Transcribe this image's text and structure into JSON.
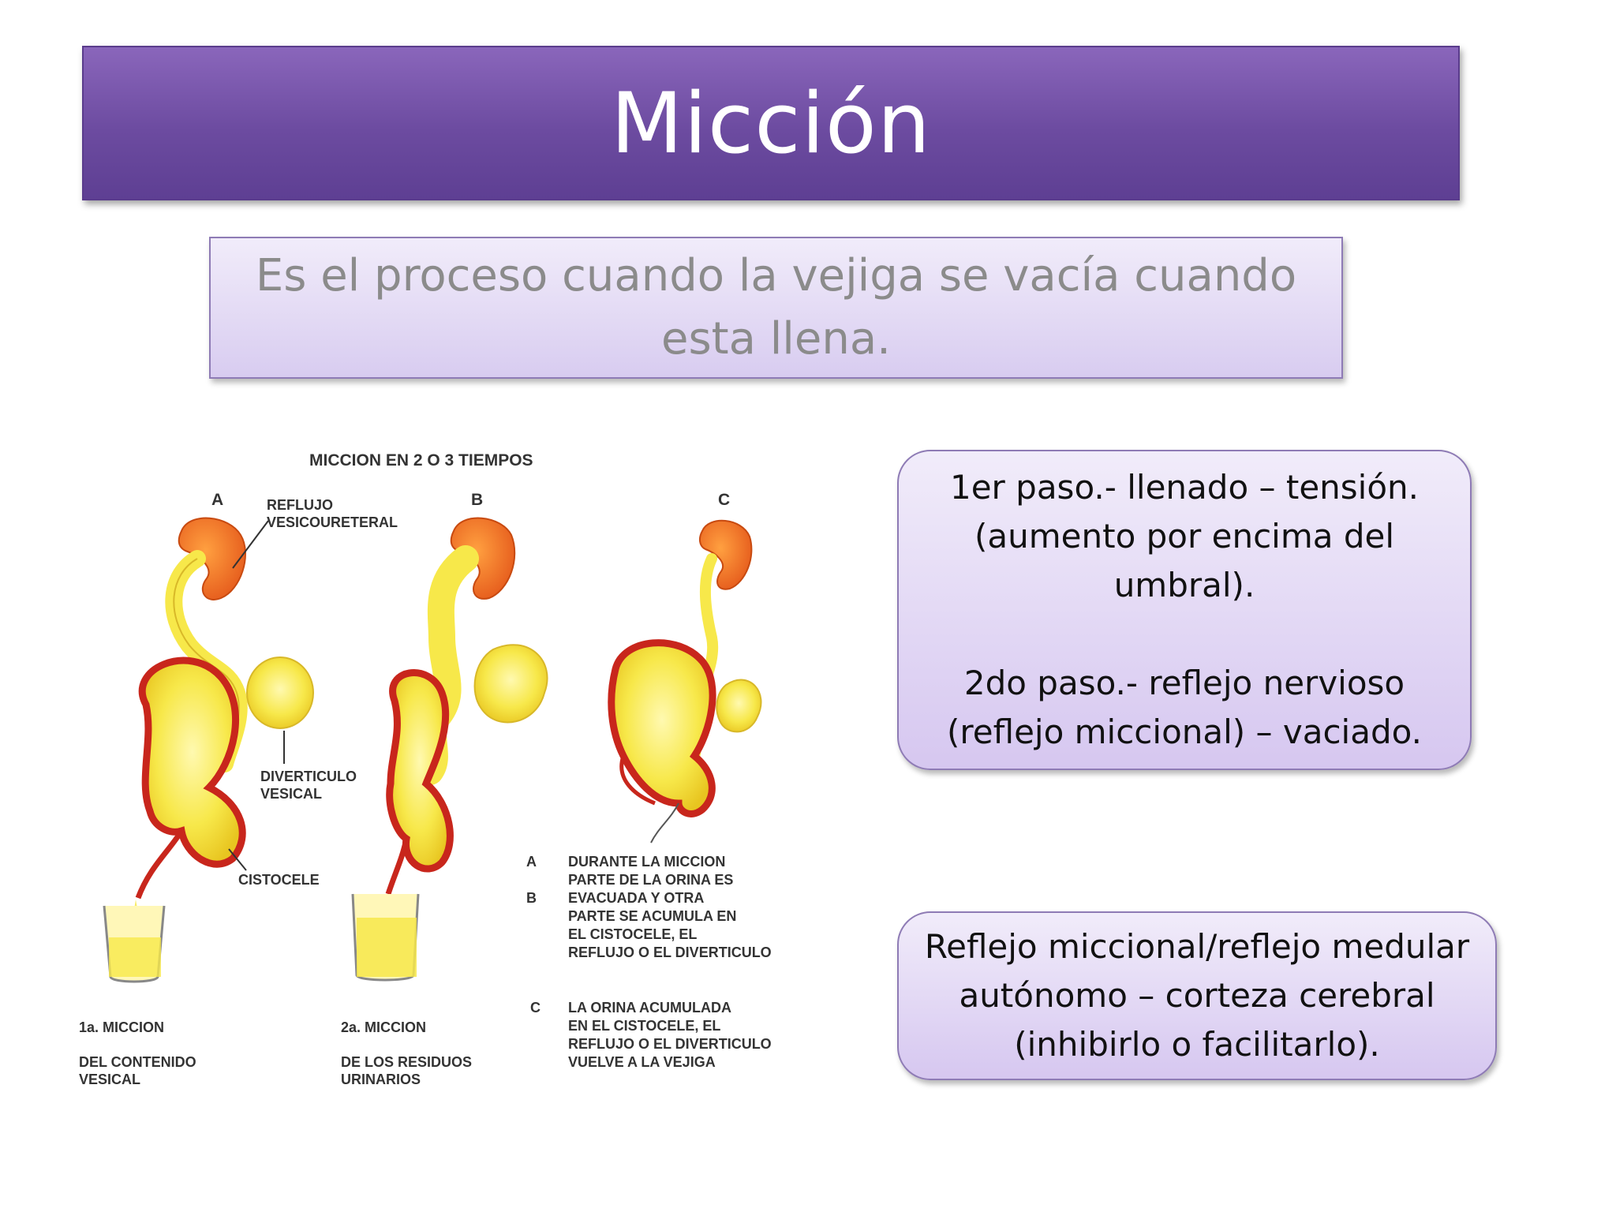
{
  "title": "Micción",
  "definition": "Es el proceso cuando la vejiga se vacía cuando esta llena.",
  "steps": {
    "step1_line1": "1er paso.- llenado – tensión.",
    "step1_line2": "(aumento por encima del",
    "step1_line3": "umbral).",
    "step2_line1": "2do paso.- reflejo nervioso",
    "step2_line2": "(reflejo miccional) – vaciado."
  },
  "reflex": {
    "line1": "Reflejo miccional/reflejo medular",
    "line2": "autónomo – corteza cerebral",
    "line3": "(inhibirlo o facilitarlo)."
  },
  "diagram": {
    "heading": "MICCION EN 2 O 3 TIEMPOS",
    "panel_a": "A",
    "panel_b": "B",
    "panel_c": "C",
    "label_reflux_1": "REFLUJO",
    "label_reflux_2": "VESICOURETERAL",
    "label_diverticulum_1": "DIVERTICULO",
    "label_diverticulum_2": "VESICAL",
    "label_cystocele": "CISTOCELE",
    "caption1_title": "1a. MICCION",
    "caption1_line1": "DEL CONTENIDO",
    "caption1_line2": "VESICAL",
    "caption2_title": "2a. MICCION",
    "caption2_line1": "DE LOS RESIDUOS",
    "caption2_line2": "URINARIOS",
    "legend_a": "A",
    "legend_b": "B",
    "legend_c": "C",
    "legend_ab_1": "DURANTE LA MICCION",
    "legend_ab_2": "PARTE DE LA ORINA ES",
    "legend_ab_3": "EVACUADA Y OTRA",
    "legend_ab_4": "PARTE SE ACUMULA EN",
    "legend_ab_5": "EL CISTOCELE, EL",
    "legend_ab_6": "REFLUJO O EL DIVERTICULO",
    "legend_c_1": "LA ORINA ACUMULADA",
    "legend_c_2": "EN EL CISTOCELE, EL",
    "legend_c_3": "REFLUJO O EL DIVERTICULO",
    "legend_c_4": "VUELVE A LA VEJIGA"
  },
  "colors": {
    "title_bar": "#6c4ba0",
    "box_fill": "#ddd2f2",
    "box_border": "#8e7bb5",
    "definition_text": "#8b8b8b",
    "kidney": "#f07a1c",
    "urine": "#f7e84a",
    "bladder_wall": "#c8261c"
  }
}
